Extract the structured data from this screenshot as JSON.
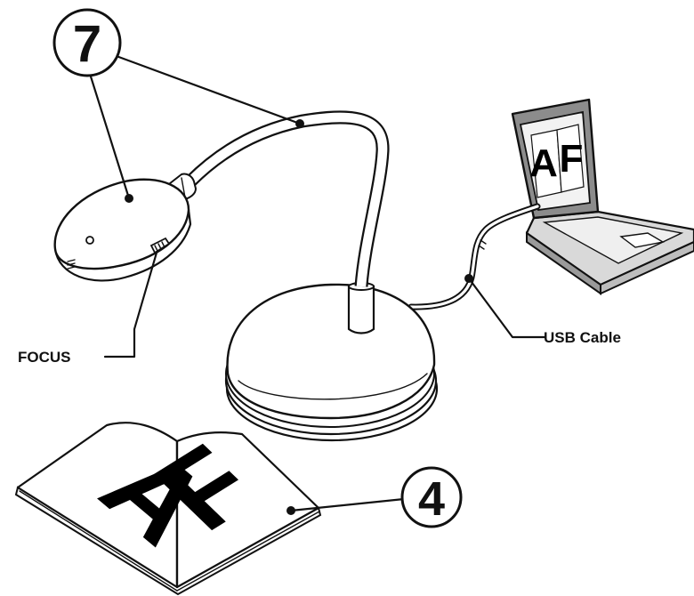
{
  "callouts": {
    "seven": "7",
    "four": "4"
  },
  "labels": {
    "focus": "FOCUS",
    "usb": "USB Cable"
  },
  "book_letters": {
    "left": "A",
    "right": "F"
  },
  "screen_letters": {
    "left": "A",
    "right": "F"
  }
}
